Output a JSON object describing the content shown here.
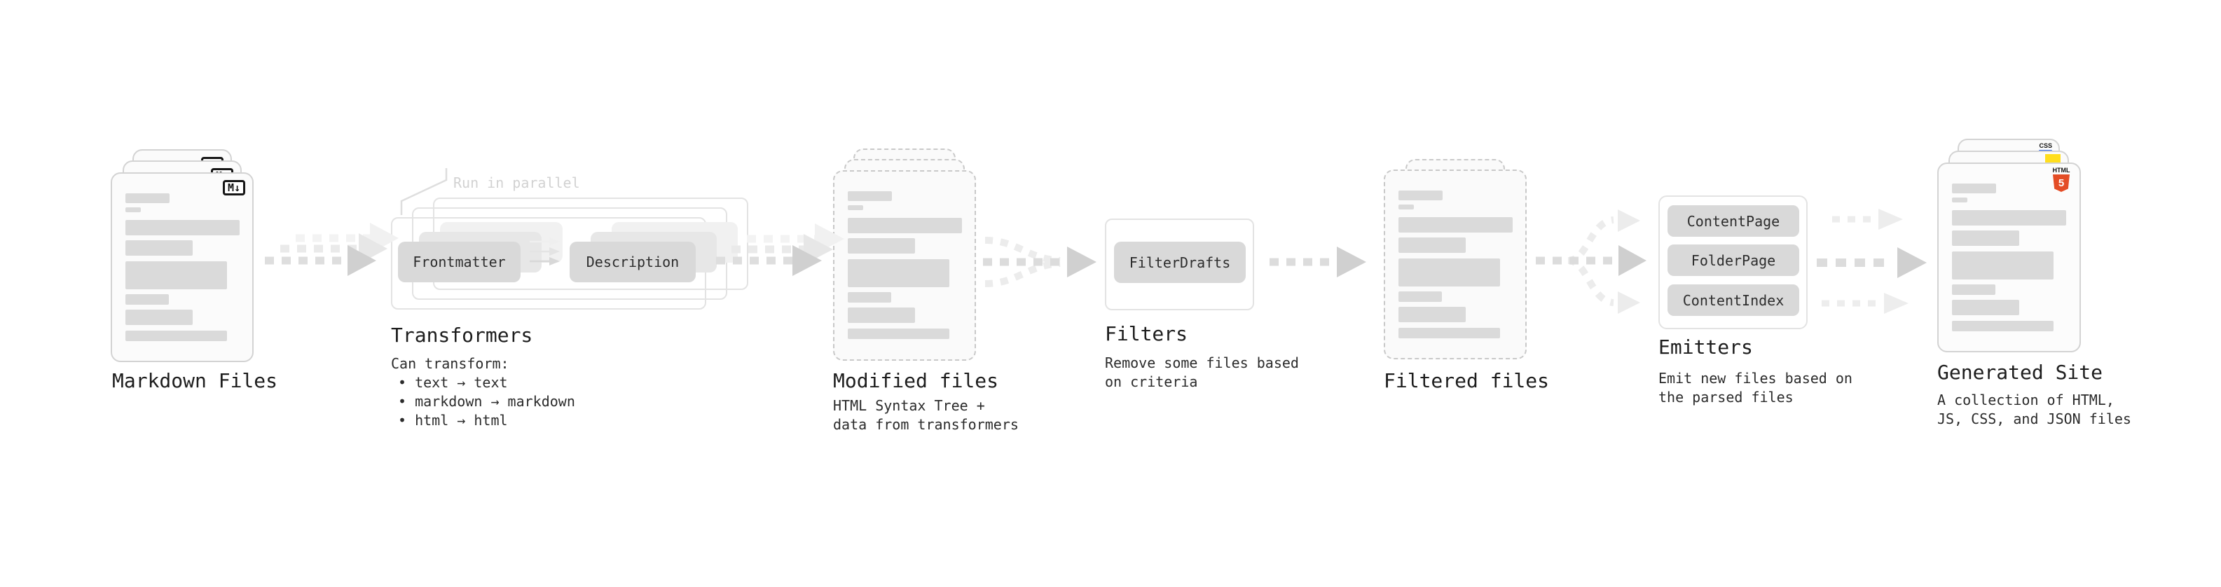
{
  "diagram": {
    "kind": "static-site-generator-pipeline",
    "stages": {
      "markdown": {
        "title": "Markdown Files",
        "file_badge": "M↓",
        "file_count_layers": 3
      },
      "transformers": {
        "title": "Transformers",
        "note": "Run in parallel",
        "pills": [
          "Frontmatter",
          "Description"
        ],
        "desc_heading": "Can transform:",
        "bullets": [
          "• text → text",
          "• markdown → markdown",
          "• html → html"
        ]
      },
      "modified": {
        "title": "Modified files",
        "subtitle": [
          "HTML Syntax Tree +",
          "data from transformers"
        ]
      },
      "filters": {
        "title": "Filters",
        "pill": "FilterDrafts",
        "subtitle": [
          "Remove some files based",
          "on criteria"
        ]
      },
      "filtered": {
        "title": "Filtered files"
      },
      "emitters": {
        "title": "Emitters",
        "pills": [
          "ContentPage",
          "FolderPage",
          "ContentIndex"
        ],
        "subtitle": [
          "Emit new files based on",
          "the parsed files"
        ]
      },
      "generated": {
        "title": "Generated Site",
        "subtitle": [
          "A collection of HTML,",
          "JS, CSS, and JSON files"
        ],
        "icons": {
          "css_label": "CSS",
          "html_label": "HTML",
          "html5_number": "5"
        }
      }
    },
    "colors": {
      "arrow_gray": "#d0d0d0",
      "arrow_light": "#ececec",
      "card_border": "#d3d3d3",
      "dashed_border": "#c9c9c9",
      "pill_gray": "#d9d9d9",
      "html5_orange": "#e44d26",
      "js_yellow": "#ffde1e",
      "css_blue": "#2965f1"
    }
  }
}
